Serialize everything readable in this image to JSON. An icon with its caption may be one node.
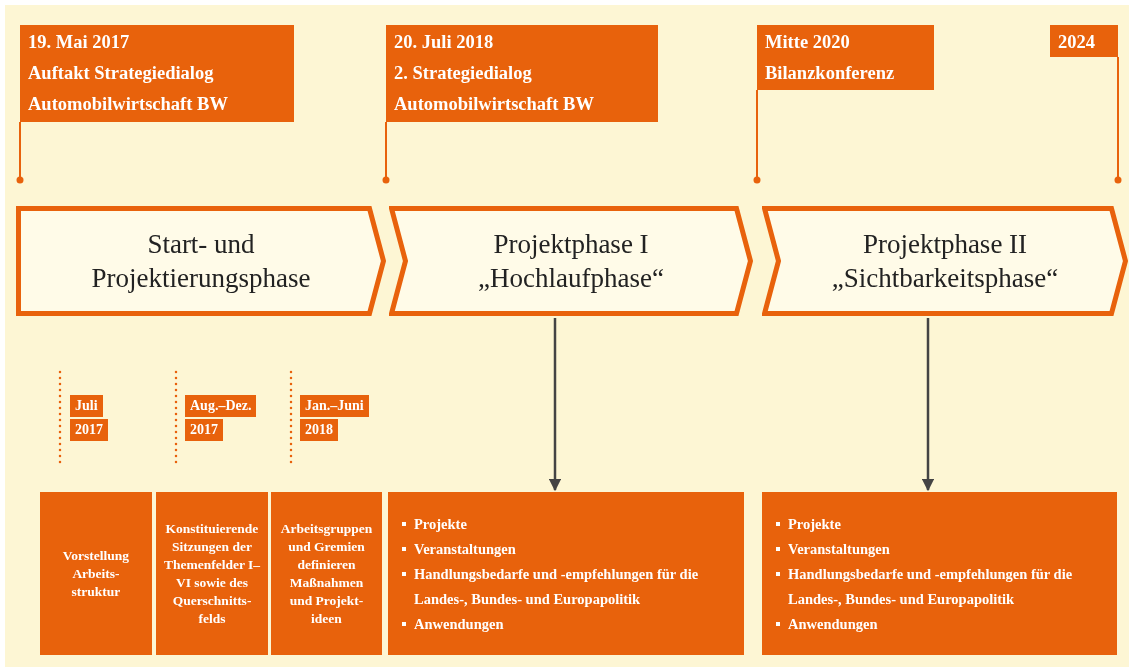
{
  "diagram": {
    "nodes": [
      {
        "text": [
          "19. Mai 2017",
          "Auftakt Strategiedialog Automobilwirtschaft BW"
        ]
      },
      {
        "text": [
          "20. Juli 2018",
          "2. Strategiedialog Automobilwirtschaft BW"
        ]
      },
      {
        "text": [
          "Mitte 2020",
          "Bilanzkonferenz"
        ]
      },
      {
        "text": [
          "2024"
        ]
      },
      {
        "text": [
          "Start- und Projektierungsphase"
        ]
      },
      {
        "text": [
          "Projektphase I",
          "„Hochlaufphase“"
        ]
      },
      {
        "text": [
          "Projektphase II",
          "„Sichtbarkeitsphase“"
        ]
      },
      {
        "text": [
          "Juli",
          "2017"
        ]
      },
      {
        "text": [
          "Aug.–Dez.",
          "2017"
        ]
      },
      {
        "text": [
          "Jan.–Juni",
          "2018"
        ]
      },
      {
        "text": [
          "Vorstellung Arbeits- struktur"
        ]
      },
      {
        "text": [
          "Konstituierende Sitzungen der Themenfelder I–VI sowie des Querschnitts- felds"
        ]
      },
      {
        "text": [
          "Arbeitsgruppen und Gremien definieren Maßnahmen und Projekt- ideen"
        ]
      },
      {
        "text": [
          "Projekte",
          "Veranstaltungen",
          "Handlungsbedarfe und -empfehlungen für die Landes-, Bundes- und Europapolitik",
          "Anwendungen"
        ]
      },
      {
        "text": [
          "Projekte",
          "Veranstaltungen",
          "Handlungsbedarfe und -empfehlungen für die Landes-, Bundes- und Europapolitik",
          "Anwendungen"
        ]
      }
    ],
    "edges": [
      {
        "from": 5,
        "to": 13,
        "arrow": "to"
      },
      {
        "from": 6,
        "to": 14,
        "arrow": "to"
      }
    ]
  }
}
